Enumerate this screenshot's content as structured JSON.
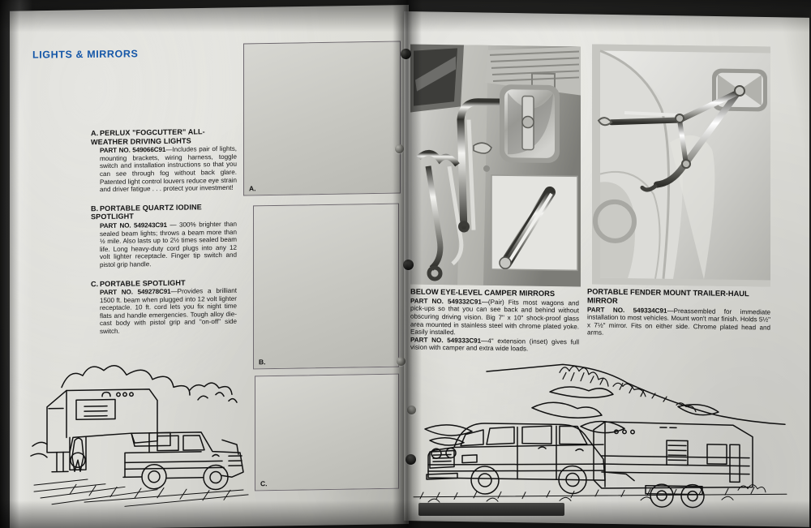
{
  "document": {
    "type": "printed-catalog-spread",
    "section_header": "LIGHTS & MIRRORS"
  },
  "left_page": {
    "items": [
      {
        "letter": "A.",
        "title": "PERLUX \"FOGCUTTER\" ALL-WEATHER DRIVING LIGHTS",
        "part_label": "PART NO. 549066C91",
        "body": "—Includes pair of lights, mounting brackets, wiring harness, toggle switch and installation instructions so that you can see through fog without back glare. Patented light control louvers reduce eye strain and driver fatigue . . . protect your investment!"
      },
      {
        "letter": "B.",
        "title": "PORTABLE QUARTZ IODINE SPOTLIGHT",
        "part_label": "PART NO. 549243C91",
        "body": " — 300% brighter than sealed beam lights; throws a beam more than ½ mile. Also lasts up to 2½ times sealed beam life. Long heavy-duty cord plugs into any 12 volt lighter receptacle. Finger tip switch and pistol grip handle."
      },
      {
        "letter": "C.",
        "title": "PORTABLE SPOTLIGHT",
        "part_label": "PART NO. 549278C91",
        "body": "—Provides a brilliant 1500 ft. beam when plugged into 12 volt lighter receptacle. 10 ft. cord lets you fix night time flats and handle emergencies. Tough alloy die-cast body with pistol grip and \"on-off\" side switch."
      }
    ],
    "photo_labels": [
      "A.",
      "B.",
      "C."
    ],
    "illustration_caption": "pickup truck with fifth-wheel camper trailer at campsite"
  },
  "right_page": {
    "columns": [
      {
        "title": "BELOW EYE-LEVEL CAMPER MIRRORS",
        "paragraphs": [
          {
            "part_label": "PART NO. 549332C91",
            "body": "—(Pair) Fits most wagons and pick-ups so that you can see back and behind without obscuring driving vision. Big 7\" x 10\" shock-proof glass area mounted in stainless steel with chrome plated yoke. Easily installed."
          },
          {
            "part_label": "PART NO. 549333C91",
            "body": "—4\" extension (inset) gives full vision with camper and extra wide loads."
          }
        ]
      },
      {
        "title": "PORTABLE FENDER MOUNT TRAILER-HAUL MIRROR",
        "paragraphs": [
          {
            "part_label": "PART NO. 549334C91",
            "body": "—Preassembled for immediate installation to most vehicles. Mount won't mar finish. Holds 5½\" x 7½\" mirror. Fits on either side. Chrome plated head and arms."
          }
        ]
      }
    ],
    "illustration_caption": "station wagon towing a travel trailer in front of hills"
  },
  "colors": {
    "header_blue": "#1557a8",
    "paper": "#e2e2dd",
    "ink": "#141414",
    "frame_border": "#6f6a70",
    "backdrop": "#2e2e2c"
  }
}
